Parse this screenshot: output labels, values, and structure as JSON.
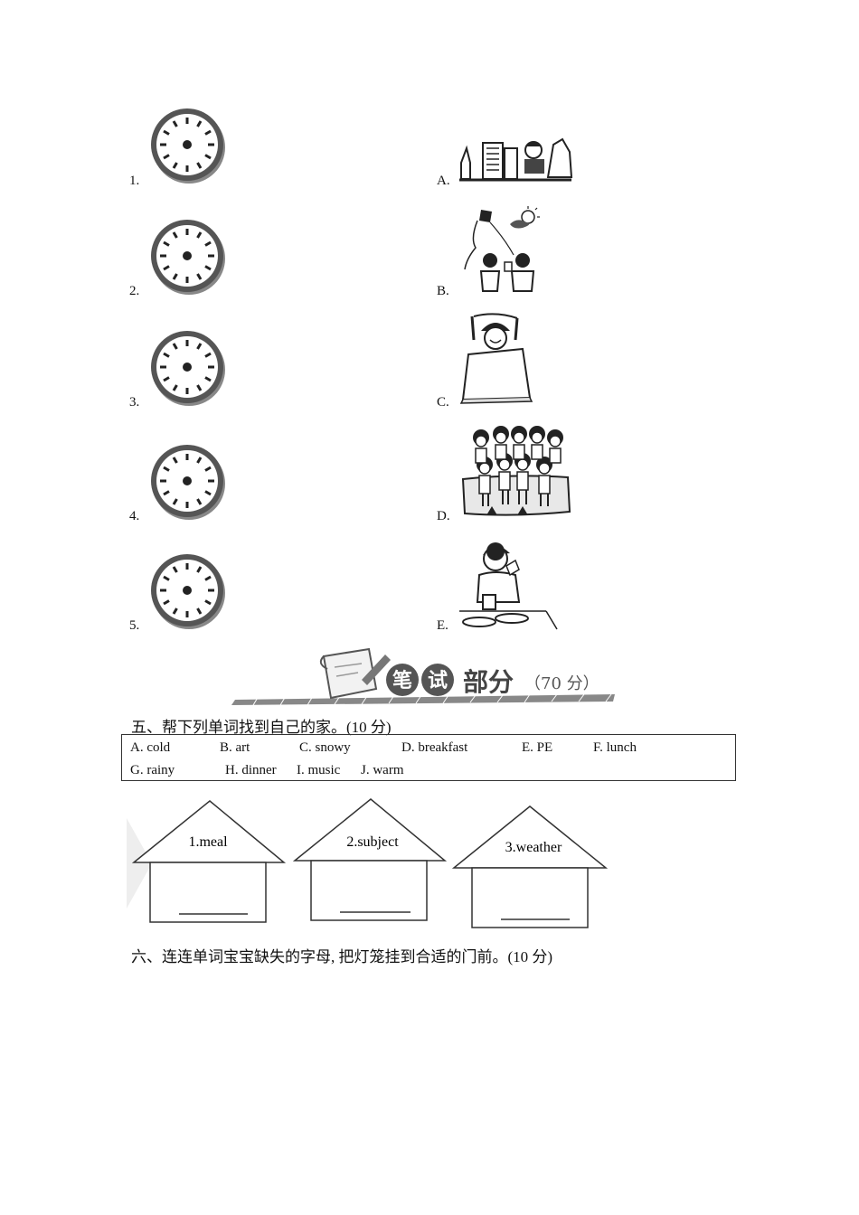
{
  "matching": {
    "left_numbers": [
      "1.",
      "2.",
      "3.",
      "4.",
      "5."
    ],
    "right_letters": [
      "A.",
      "B.",
      "C.",
      "D.",
      "E."
    ],
    "icons": [
      "clock-icon",
      "city-school-picture",
      "kite-flying-picture",
      "waking-up-picture",
      "class-group-picture",
      "eating-breakfast-picture"
    ]
  },
  "banner": {
    "chars": [
      "笔",
      "试"
    ],
    "text": "部分",
    "score": "（70 分）"
  },
  "section5": {
    "title": "五、帮下列单词找到自己的家。(10 分)",
    "options": [
      "A. cold",
      "B. art",
      "C. snowy",
      "D. breakfast",
      "E. PE",
      "F. lunch",
      "G. rainy",
      "H. dinner",
      "I. music",
      "J. warm"
    ],
    "houses": [
      "1.meal",
      "2.subject",
      "3.weather"
    ]
  },
  "section6": {
    "title": "六、连连单词宝宝缺失的字母, 把灯笼挂到合适的门前。(10 分)"
  }
}
